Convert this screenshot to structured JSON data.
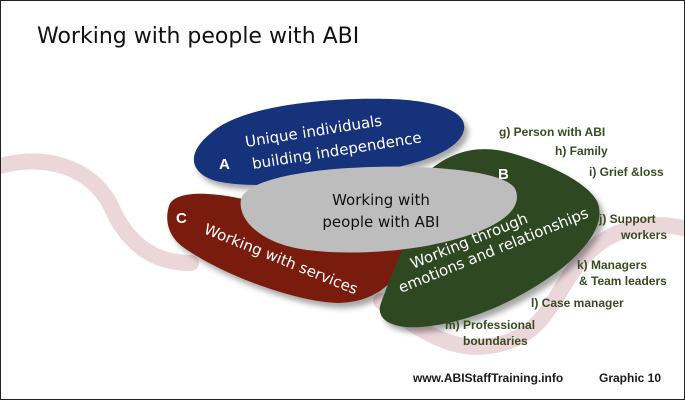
{
  "title": "Working with people with ABI",
  "colors": {
    "blue": "#14307a",
    "green": "#2e4a22",
    "red": "#7a1e0c",
    "grey": "#bdbdbd",
    "swirl": "#e8cfd3",
    "item_text": "#3b4a22"
  },
  "diagram": {
    "center": {
      "line1": "Working with",
      "line2": "people with ABI"
    },
    "a": {
      "letter": "A",
      "line1": "Unique individuals",
      "line2": "building independence"
    },
    "b": {
      "letter": "B",
      "line1": "Working through",
      "line2": "emotions and relationships"
    },
    "c": {
      "letter": "C",
      "line1": "Working with services"
    }
  },
  "items": [
    {
      "line1": "g) Person with ABI"
    },
    {
      "line1": "h) Family"
    },
    {
      "line1": "i) Grief &loss"
    },
    {
      "line1": "j) Support",
      "line2": "workers"
    },
    {
      "line1": "k) Managers",
      "line2": "& Team leaders"
    },
    {
      "line1": "l) Case manager"
    },
    {
      "line1": "m) Professional",
      "line2": "boundaries"
    }
  ],
  "footer": {
    "website": "www.ABIStaffTraining.info",
    "graphic": "Graphic 10"
  }
}
